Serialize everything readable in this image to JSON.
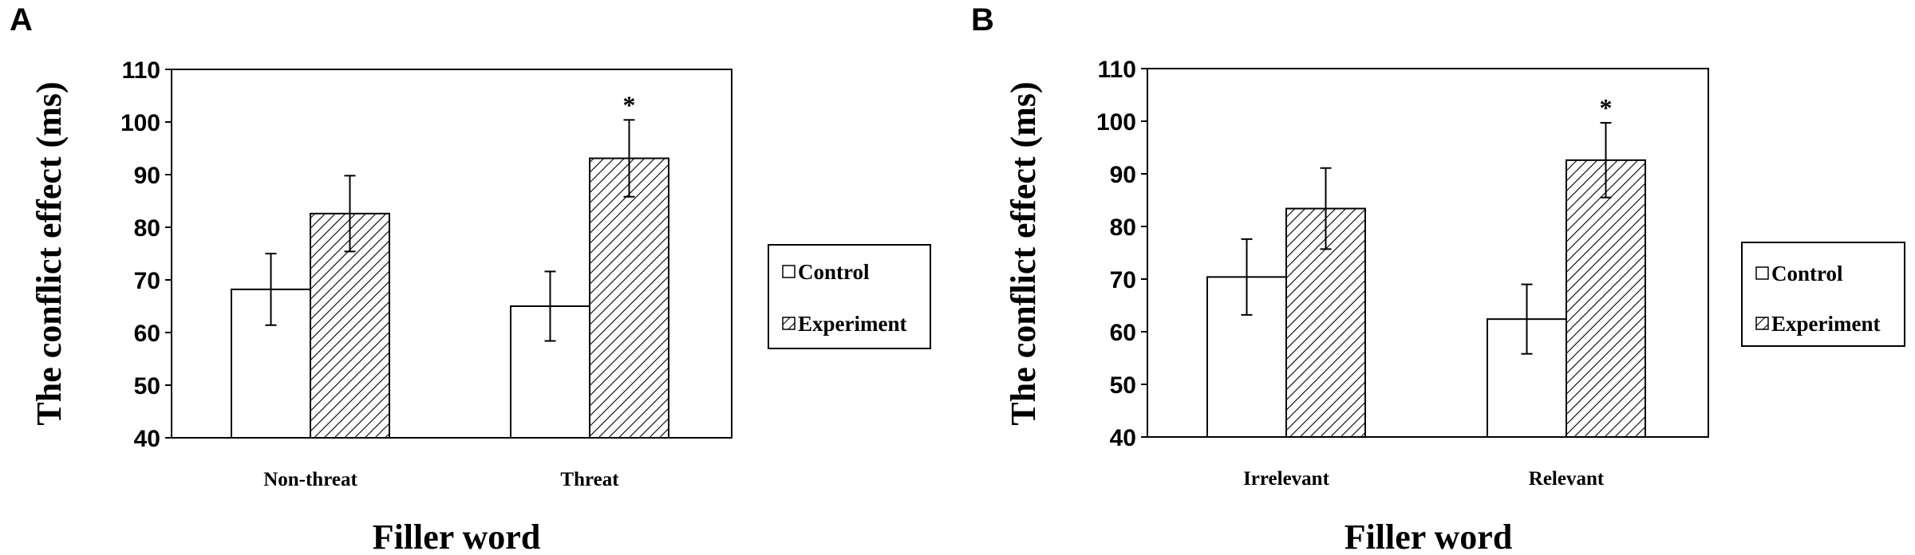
{
  "chart_data": [
    {
      "type": "bar",
      "panel": "A",
      "categories": [
        "Non-threat",
        "Threat"
      ],
      "series": [
        {
          "name": "Control",
          "values": [
            68.2,
            65.0
          ],
          "errors": [
            6.8,
            6.6
          ]
        },
        {
          "name": "Experiment",
          "values": [
            82.6,
            93.1
          ],
          "errors": [
            7.2,
            7.3
          ]
        }
      ],
      "significance": [
        "",
        "*"
      ],
      "xlabel": "Filler word",
      "ylabel": "The conflict effect (ms)",
      "ylim": [
        40,
        110
      ],
      "yticks": [
        40,
        50,
        60,
        70,
        80,
        90,
        100,
        110
      ],
      "legend": "right",
      "grid": false
    },
    {
      "type": "bar",
      "panel": "B",
      "categories": [
        "Irrelevant",
        "Relevant"
      ],
      "series": [
        {
          "name": "Control",
          "values": [
            70.4,
            62.4
          ],
          "errors": [
            7.2,
            6.6
          ]
        },
        {
          "name": "Experiment",
          "values": [
            83.4,
            92.6
          ],
          "errors": [
            7.7,
            7.1
          ]
        }
      ],
      "significance": [
        "",
        "*"
      ],
      "xlabel": "Filler word",
      "ylabel": "The conflict effect (ms)",
      "ylim": [
        40,
        110
      ],
      "yticks": [
        40,
        50,
        60,
        70,
        80,
        90,
        100,
        110
      ],
      "legend": "right",
      "grid": false
    }
  ]
}
